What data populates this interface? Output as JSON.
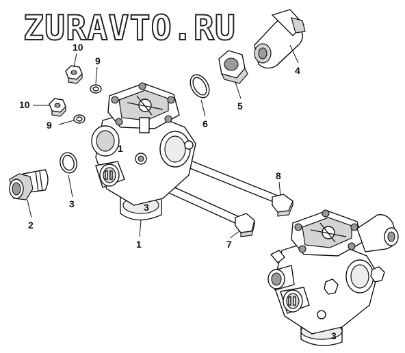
{
  "watermark": "ZURAVTO.RU",
  "callouts": {
    "c1": "1",
    "c2": "2",
    "c3": "3",
    "c4": "4",
    "c5": "5",
    "c6": "6",
    "c7": "7",
    "c8": "8",
    "c9a": "9",
    "c9b": "9",
    "c10a": "10",
    "c10b": "10"
  },
  "casting_marks": {
    "main_port_1": "1",
    "main_port_3": "3",
    "assembled_port_3": "3"
  },
  "colors": {
    "line": "#111111",
    "fill": "#ffffff",
    "shade": "#d4d4d4"
  }
}
